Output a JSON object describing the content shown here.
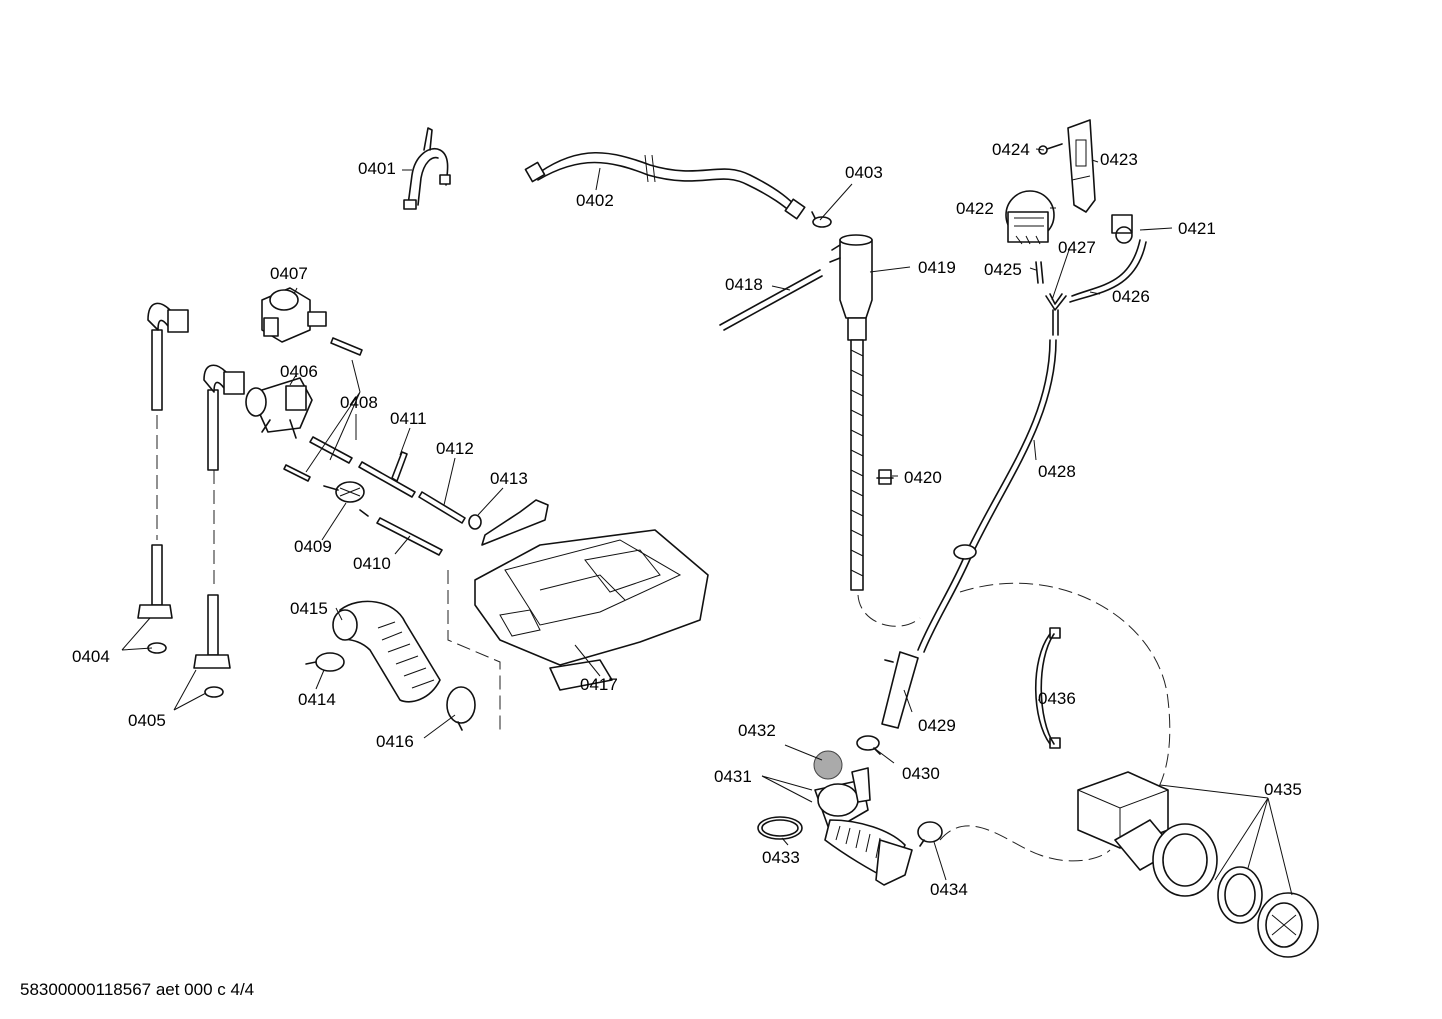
{
  "labels": {
    "p0401": "0401",
    "p0402": "0402",
    "p0403": "0403",
    "p0404": "0404",
    "p0405": "0405",
    "p0406": "0406",
    "p0407": "0407",
    "p0408": "0408",
    "p0409": "0409",
    "p0410": "0410",
    "p0411": "0411",
    "p0412": "0412",
    "p0413": "0413",
    "p0414": "0414",
    "p0415": "0415",
    "p0416": "0416",
    "p0417": "0417",
    "p0418": "0418",
    "p0419": "0419",
    "p0420": "0420",
    "p0421": "0421",
    "p0422": "0422",
    "p0423": "0423",
    "p0424": "0424",
    "p0425": "0425",
    "p0426": "0426",
    "p0427": "0427",
    "p0428": "0428",
    "p0429": "0429",
    "p0430": "0430",
    "p0431": "0431",
    "p0432": "0432",
    "p0433": "0433",
    "p0434": "0434",
    "p0435": "0435",
    "p0436": "0436"
  },
  "footer": "58300000118567 aet 000 c 4/4"
}
